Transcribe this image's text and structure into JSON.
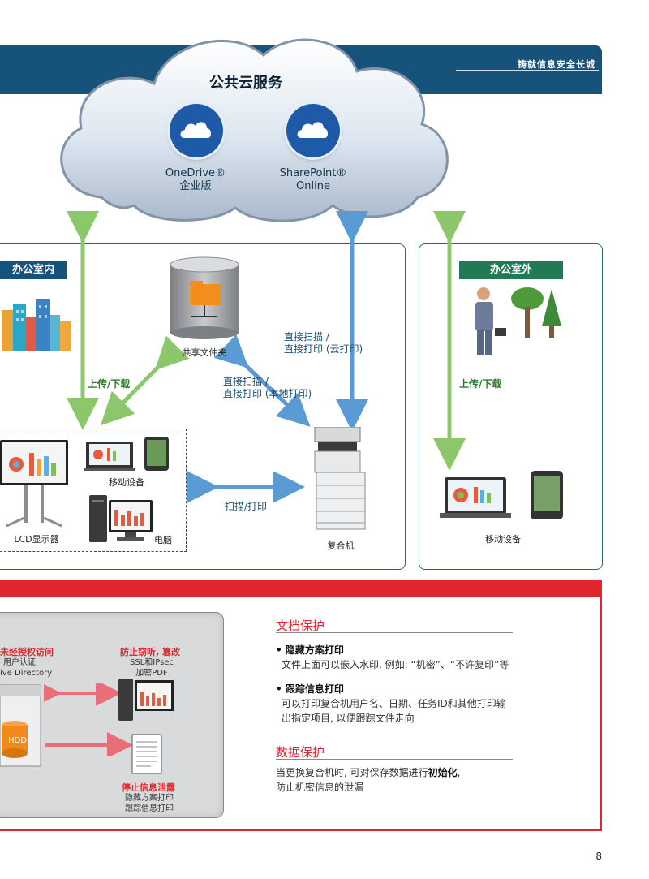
{
  "banner": {
    "slogan": "铸就信息安全长城"
  },
  "cloud": {
    "title": "公共云服务",
    "services": [
      {
        "name": "OneDrive®",
        "sub": "企业版",
        "icon": "cloud-icon"
      },
      {
        "name": "SharePoint®",
        "sub": "Online",
        "icon": "cloud-icon"
      }
    ]
  },
  "office_in": {
    "tag": "办公室内",
    "shared_folder": "共享文件夹",
    "upload_download": "上传/下载",
    "direct_scan_local_1": "直接扫描 /",
    "direct_scan_local_2": "直接打印 (本地打印)",
    "direct_scan_cloud_1": "直接扫描 /",
    "direct_scan_cloud_2": "直接打印 (云打印)",
    "mobile": "移动设备",
    "lcd": "LCD显示器",
    "pc": "电脑",
    "scan_print": "扫描/打印",
    "mfp": "复合机"
  },
  "office_out": {
    "tag": "办公室外",
    "upload_download": "上传/下载",
    "mobile": "移动设备"
  },
  "security": {
    "unauth_label": "未经授权访问",
    "unauth_line1": "用户认证",
    "unauth_line2": "ive Directory",
    "theft_label": "防止窃听, 篡改",
    "theft_line1": "SSL和IPsec",
    "theft_line2": "加密PDF",
    "hdd": "HDD",
    "leak_label": "停止信息泄露",
    "leak_line1": "隐藏方案打印",
    "leak_line2": "跟踪信息打印"
  },
  "doc_protect": {
    "heading": "文档保护",
    "item1_title": "隐藏方案打印",
    "item1_body": "文件上面可以嵌入水印, 例如: “机密”、“不许复印”等",
    "item2_title": "跟踪信息打印",
    "item2_body_1": "可以打印复合机用户名、日期、任务ID和其他打印输",
    "item2_body_2": "出指定项目, 以便跟踪文件走向"
  },
  "data_protect": {
    "heading": "数据保护",
    "body_pre": "当更换复合机时, 可对保存数据进行",
    "body_bold": "初始化",
    "body_post": ",",
    "body_line2": "防止机密信息的泄漏"
  },
  "page_number": "8",
  "colors": {
    "navy": "#17527a",
    "green_arrow": "#8cc86b",
    "blue_arrow": "#5b9bd5",
    "red": "#e0262f",
    "teal_border": "#1f6a72"
  }
}
